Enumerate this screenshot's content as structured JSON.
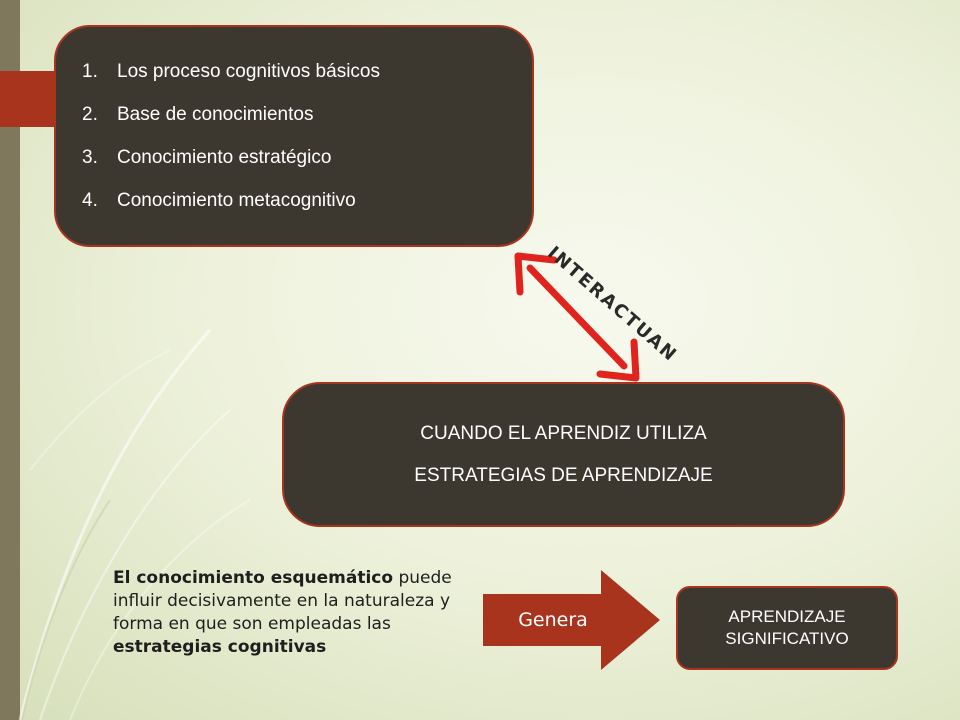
{
  "top_box": {
    "items": [
      {
        "num": "1.",
        "text": "Los proceso cognitivos básicos"
      },
      {
        "num": "2.",
        "text": "Base de conocimientos"
      },
      {
        "num": "3.",
        "text": "Conocimiento estratégico"
      },
      {
        "num": "4.",
        "text": "Conocimiento metacognitivo"
      }
    ]
  },
  "connector": {
    "label": "INTERACTUAN"
  },
  "middle_box": {
    "line1": "CUANDO EL APRENDIZ UTILIZA",
    "line2": "ESTRATEGIAS DE APRENDIZAJE"
  },
  "description": {
    "bold_start": "El conocimiento esquemático",
    "middle": " puede influir decisivamente en la naturaleza y forma en que son empleadas las ",
    "bold_end": "estrategias cognitivas"
  },
  "genera_arrow": {
    "label": "Genera"
  },
  "result_box": {
    "line1": "APRENDIZAJE",
    "line2": "SIGNIFICATIVO"
  },
  "colors": {
    "box_fill": "#3d382f",
    "accent_red": "#a8341e",
    "arrow_red": "#e0231c",
    "side_bar": "#7f785c"
  }
}
